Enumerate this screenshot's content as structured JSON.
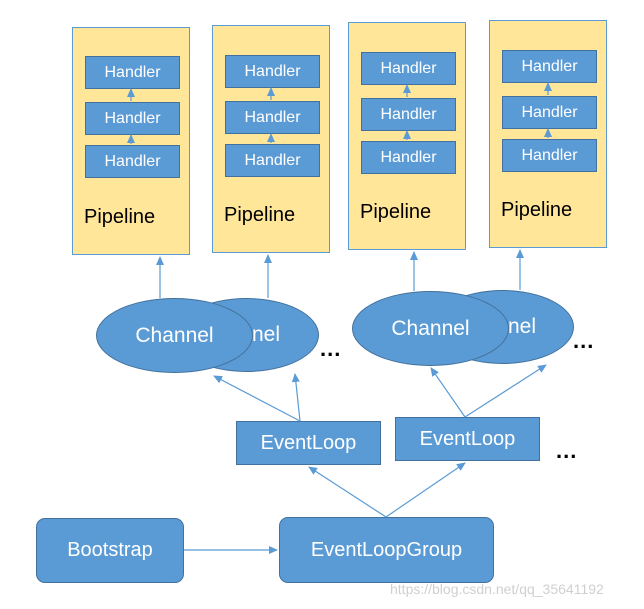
{
  "pipelines": [
    {
      "handlers": [
        "Handler",
        "Handler",
        "Handler"
      ],
      "label": "Pipeline"
    },
    {
      "handlers": [
        "Handler",
        "Handler",
        "Handler"
      ],
      "label": "Pipeline"
    },
    {
      "handlers": [
        "Handler",
        "Handler",
        "Handler"
      ],
      "label": "Pipeline"
    },
    {
      "handlers": [
        "Handler",
        "Handler",
        "Handler"
      ],
      "label": "Pipeline"
    }
  ],
  "channels": {
    "group1": {
      "front": "Channel",
      "back": "nel",
      "more": "..."
    },
    "group2": {
      "front": "Channel",
      "back": "nel",
      "more": "..."
    }
  },
  "eventloops": {
    "first": "EventLoop",
    "second": "EventLoop",
    "more": "..."
  },
  "bootstrap": "Bootstrap",
  "eventloopgroup": "EventLoopGroup",
  "watermark": "https://blog.csdn.net/qq_35641192",
  "colors": {
    "node_fill": "#5b9bd5",
    "node_border": "#41719c",
    "pipeline_fill": "#ffe699",
    "arrow": "#5b9bd5"
  }
}
